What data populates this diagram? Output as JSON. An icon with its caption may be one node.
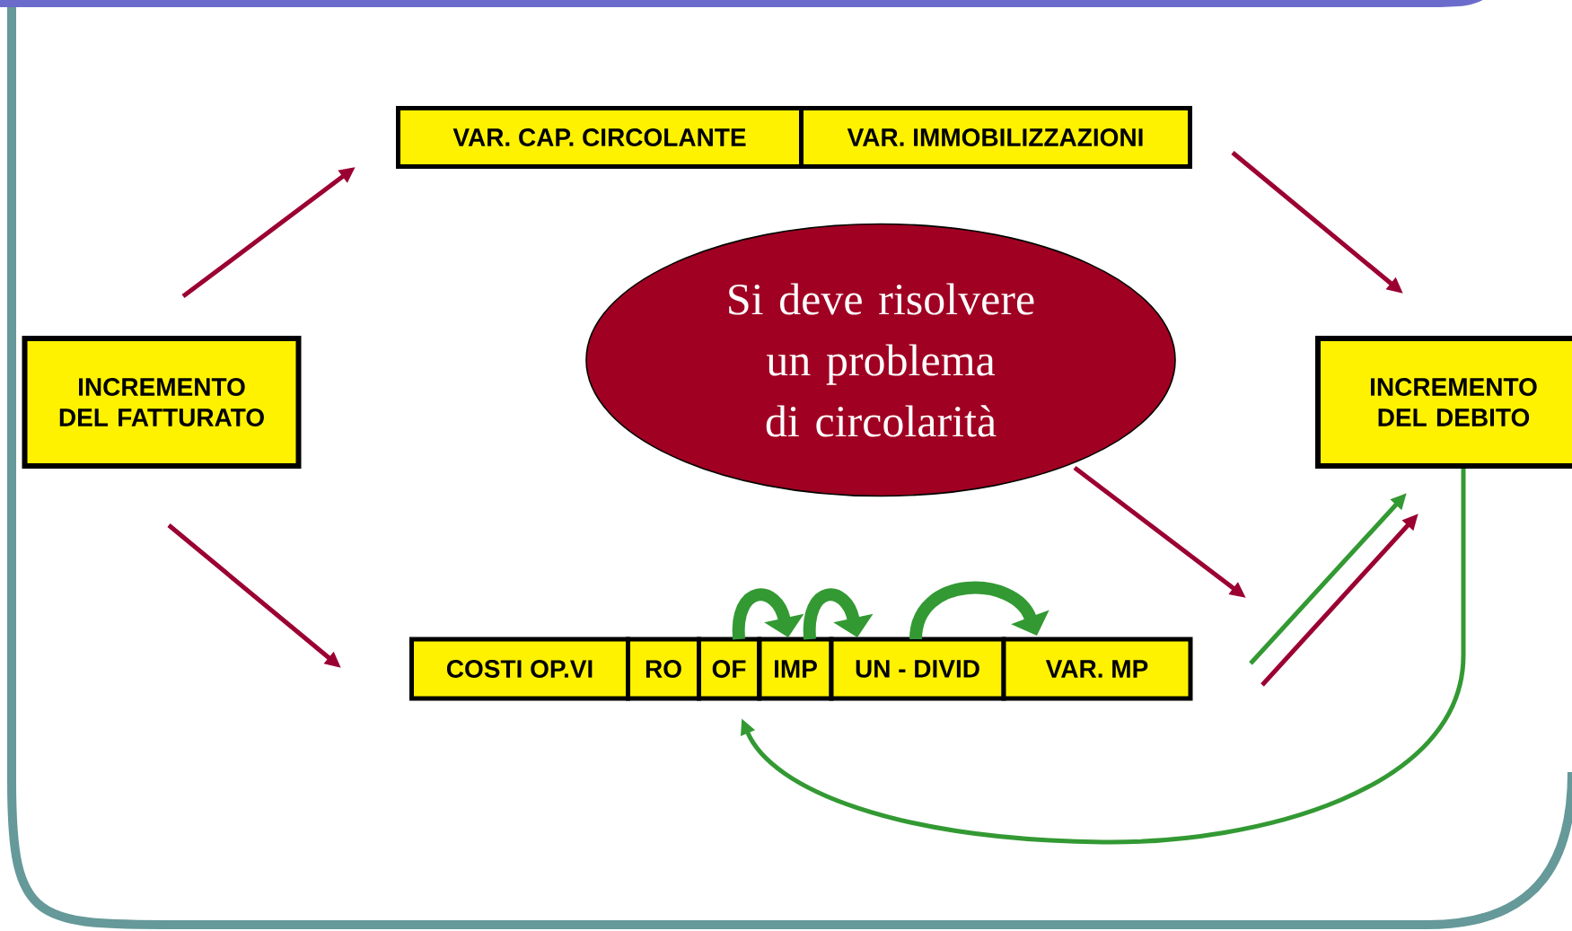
{
  "diagram": {
    "nodes": [
      {
        "text": [
          "INCREMENTO DEL FATTURATO"
        ]
      },
      {
        "text": [
          "VAR. CAP. CIRCOLANTE"
        ]
      },
      {
        "text": [
          "VAR. IMMOBILIZZAZIONI"
        ]
      },
      {
        "text": [
          "Si deve risolvere un problema di circolarità"
        ]
      },
      {
        "text": [
          "INCREMENTO DEL DEBITO"
        ]
      },
      {
        "text": [
          "COSTI OP.VI"
        ]
      },
      {
        "text": [
          "RO"
        ]
      },
      {
        "text": [
          "OF"
        ]
      },
      {
        "text": [
          "IMP"
        ]
      },
      {
        "text": [
          "UN - DIVID"
        ]
      },
      {
        "text": [
          "VAR. MP"
        ]
      }
    ],
    "edges": [
      {
        "from": 0,
        "to": 1,
        "arrow": "to",
        "color": "#9b0032"
      },
      {
        "from": 2,
        "to": 4,
        "arrow": "to",
        "color": "#9b0032"
      },
      {
        "from": 0,
        "to": 5,
        "arrow": "to",
        "color": "#9b0032"
      },
      {
        "from": 3,
        "to": 10,
        "arrow": "to",
        "color": "#9b0032"
      },
      {
        "from": 10,
        "to": 4,
        "arrow": "to",
        "color": "#339933"
      },
      {
        "from": 10,
        "to": 4,
        "arrow": "to",
        "color": "#9b0032"
      },
      {
        "from": 4,
        "to": 7,
        "arrow": "to",
        "color": "#339933"
      },
      {
        "from": 7,
        "to": 8,
        "arrow": "to",
        "style": "thick",
        "color": "#339933"
      },
      {
        "from": 8,
        "to": 9,
        "arrow": "to",
        "style": "thick",
        "color": "#339933"
      },
      {
        "from": 9,
        "to": 10,
        "arrow": "to",
        "style": "thick",
        "color": "#339933"
      }
    ]
  }
}
